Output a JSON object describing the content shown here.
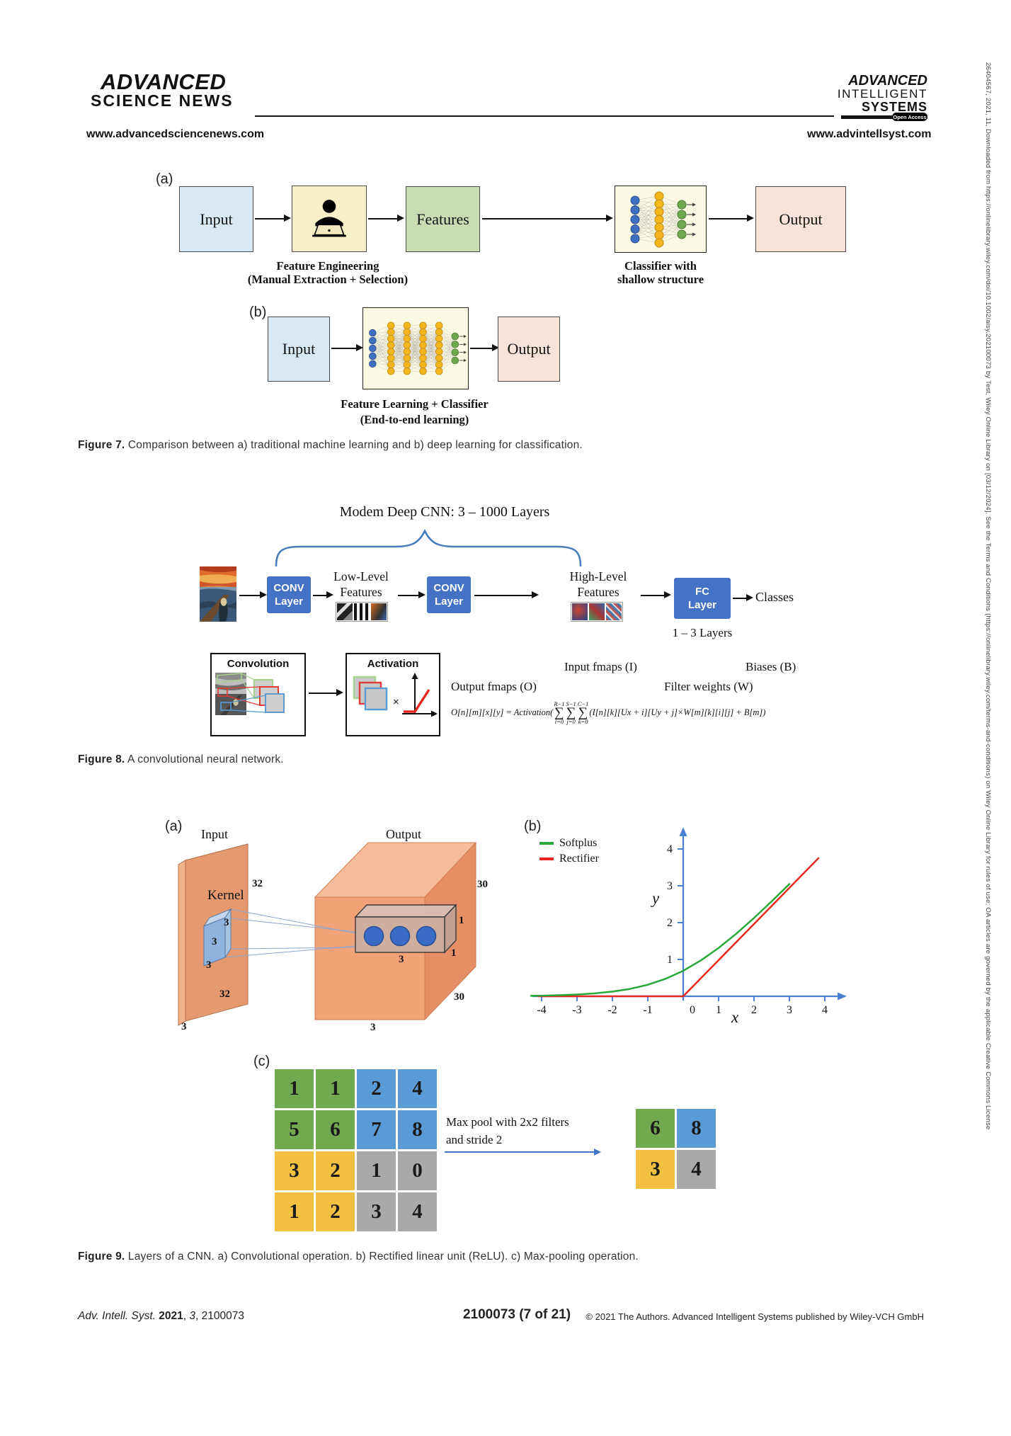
{
  "header": {
    "asn_logo_line1": "ADVANCED",
    "asn_logo_line2": "SCIENCE NEWS",
    "asn_url": "www.advancedsciencenews.com",
    "ais_logo_line1": "ADVANCED",
    "ais_logo_line2": "INTELLIGENT",
    "ais_logo_line3": "SYSTEMS",
    "ais_open_access": "Open Access",
    "ais_url": "www.advintellsyst.com"
  },
  "side_note": "26404567, 2021, 11, Downloaded from https://onlinelibrary.wiley.com/doi/10.1002/aisy.202100073 by Test, Wiley Online Library on [03/12/2024]. See the Terms and Conditions (https://onlinelibrary.wiley.com/terms-and-conditions) on Wiley Online Library for rules of use; OA articles are governed by the applicable Creative Commons License",
  "figure7": {
    "panel_a_label": "(a)",
    "panel_b_label": "(b)",
    "input_label": "Input",
    "features_label": "Features",
    "output_label": "Output",
    "b_input_label": "Input",
    "b_output_label": "Output",
    "feature_engineering_line1": "Feature Engineering",
    "feature_engineering_line2": "(Manual Extraction + Selection)",
    "classifier_line1": "Classifier with",
    "classifier_line2": "shallow structure",
    "feature_learning_line1": "Feature Learning + Classifier",
    "feature_learning_line2": "(End-to-end learning)",
    "caption_label": "Figure 7.",
    "caption_text": " Comparison between a) traditional machine learning and b) deep learning for classification."
  },
  "figure8": {
    "brace_title": "Modem Deep CNN: 3 – 1000 Layers",
    "conv_layer1_line1": "CONV",
    "conv_layer1_line2": "Layer",
    "conv_layer2_line1": "CONV",
    "conv_layer2_line2": "Layer",
    "low_level_line1": "Low-Level",
    "low_level_line2": "Features",
    "high_level_line1": "High-Level",
    "high_level_line2": "Features",
    "fc_layer_line1": "FC",
    "fc_layer_line2": "Layer",
    "classes_label": "Classes",
    "fc_sublabel": "1 – 3 Layers",
    "convolution_title": "Convolution",
    "activation_title": "Activation",
    "multiply_sign": "×",
    "output_fmaps_label": "Output fmaps (O)",
    "input_fmaps_label": "Input fmaps (I)",
    "biases_label": "Biases (B)",
    "filter_weights_label": "Filter weights (W)",
    "formula": {
      "lhs": "O[n][m][x][y] = Activation(",
      "sums": [
        {
          "top": "R−1",
          "bottom": "i=0"
        },
        {
          "top": "S−1",
          "bottom": "j=0"
        },
        {
          "top": "C−1",
          "bottom": "k=0"
        }
      ],
      "rhs": "(I[n][k][Ux + i][Uy + j]×W[m][k][i][j] + B[m])"
    },
    "caption_label": "Figure 8.",
    "caption_text": " A convolutional neural network."
  },
  "figure9": {
    "a": {
      "panel_label": "(a)",
      "input_label": "Input",
      "kernel_label": "Kernel",
      "output_label": "Output",
      "input_height": "32",
      "input_width": "32",
      "input_depth": "3",
      "kernel_d1": "3",
      "kernel_d2": "3",
      "kernel_d3": "3",
      "output_height": "30",
      "output_width": "30",
      "output_depth": "3",
      "slab_len": "3",
      "slab_h": "1",
      "slab_d": "1"
    },
    "b": {
      "panel_label": "(b)"
    },
    "c": {
      "panel_label": "(c)",
      "input_grid": [
        [
          "1",
          "1",
          "2",
          "4"
        ],
        [
          "5",
          "6",
          "7",
          "8"
        ],
        [
          "3",
          "2",
          "1",
          "0"
        ],
        [
          "1",
          "2",
          "3",
          "4"
        ]
      ],
      "output_grid": [
        [
          "6",
          "8"
        ],
        [
          "3",
          "4"
        ]
      ],
      "pool_note_line1": "Max pool with 2x2 filters",
      "pool_note_line2": "and stride 2"
    },
    "caption_label": "Figure 9.",
    "caption_text": " Layers of a CNN. a) Convolutional operation. b) Rectified linear unit (ReLU). c) Max-pooling operation."
  },
  "chart_data": {
    "type": "line",
    "title": "",
    "xlabel": "x",
    "ylabel": "y",
    "xlim": [
      -4.6,
      4.6
    ],
    "ylim": [
      0,
      4.35
    ],
    "x_ticks": [
      -4,
      -3,
      -2,
      -1,
      0,
      1,
      2,
      3,
      4
    ],
    "y_ticks": [
      1,
      2,
      3,
      4
    ],
    "grid": false,
    "legend_position": "top-left",
    "axis_color": "#4a7fd4",
    "series": [
      {
        "name": "Softplus",
        "color": "#27a838",
        "x": [
          -4.3,
          -4,
          -3.5,
          -3,
          -2.5,
          -2,
          -1.5,
          -1,
          -0.5,
          0,
          0.5,
          1,
          1.5,
          2,
          2.5,
          3
        ],
        "y": [
          0.013,
          0.018,
          0.03,
          0.049,
          0.079,
          0.127,
          0.201,
          0.313,
          0.474,
          0.693,
          0.974,
          1.313,
          1.701,
          2.127,
          2.579,
          3.049
        ]
      },
      {
        "name": "Rectifier",
        "color": "#e8281e",
        "x": [
          -4.1,
          0,
          3.82
        ],
        "y": [
          0,
          0,
          3.75
        ]
      }
    ]
  },
  "footer": {
    "journal_abbrev": "Adv. Intell. Syst.",
    "year": "2021",
    "comma1": ", ",
    "volume": "3",
    "article": ", 2100073",
    "page_info": "2100073 (7 of 21)",
    "copyright": "© 2021 The Authors. Advanced Intelligent Systems published by Wiley-VCH GmbH"
  }
}
